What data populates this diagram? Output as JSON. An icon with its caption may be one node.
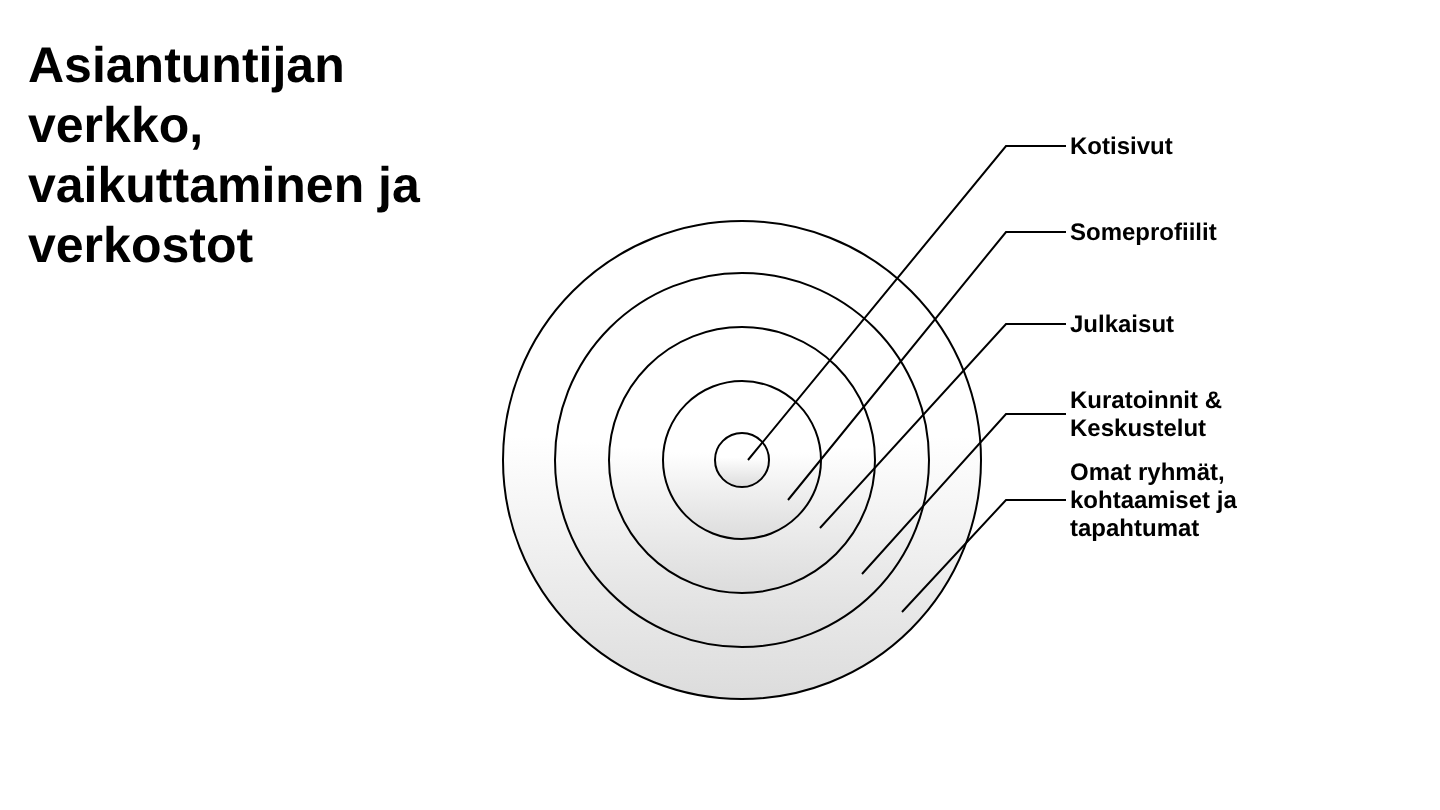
{
  "diagram": {
    "title": "Asiantuntijan verkko, vaikuttaminen ja verkostot",
    "nodes": [
      {
        "text": [
          "Kotisivut"
        ]
      },
      {
        "text": [
          "Someprofiilit"
        ]
      },
      {
        "text": [
          "Julkaisut"
        ]
      },
      {
        "text": [
          "Kuratoinnit & Keskustelut"
        ]
      },
      {
        "text": [
          "Omat ryhmät, kohtaamiset ja tapahtumat"
        ]
      },
      {
        "text": [],
        "shape": "circle"
      },
      {
        "text": [],
        "shape": "circle",
        "in": 5
      },
      {
        "text": [],
        "shape": "circle",
        "in": 6
      },
      {
        "text": [],
        "shape": "circle",
        "in": 7
      },
      {
        "text": [],
        "shape": "circle",
        "in": 8
      }
    ],
    "edges": [
      {
        "from": 0,
        "to": 9,
        "arrow": "none"
      },
      {
        "from": 1,
        "to": 8,
        "arrow": "none"
      },
      {
        "from": 2,
        "to": 7,
        "arrow": "none"
      },
      {
        "from": 3,
        "to": 6,
        "arrow": "none"
      },
      {
        "from": 4,
        "to": 5,
        "arrow": "none"
      }
    ]
  }
}
